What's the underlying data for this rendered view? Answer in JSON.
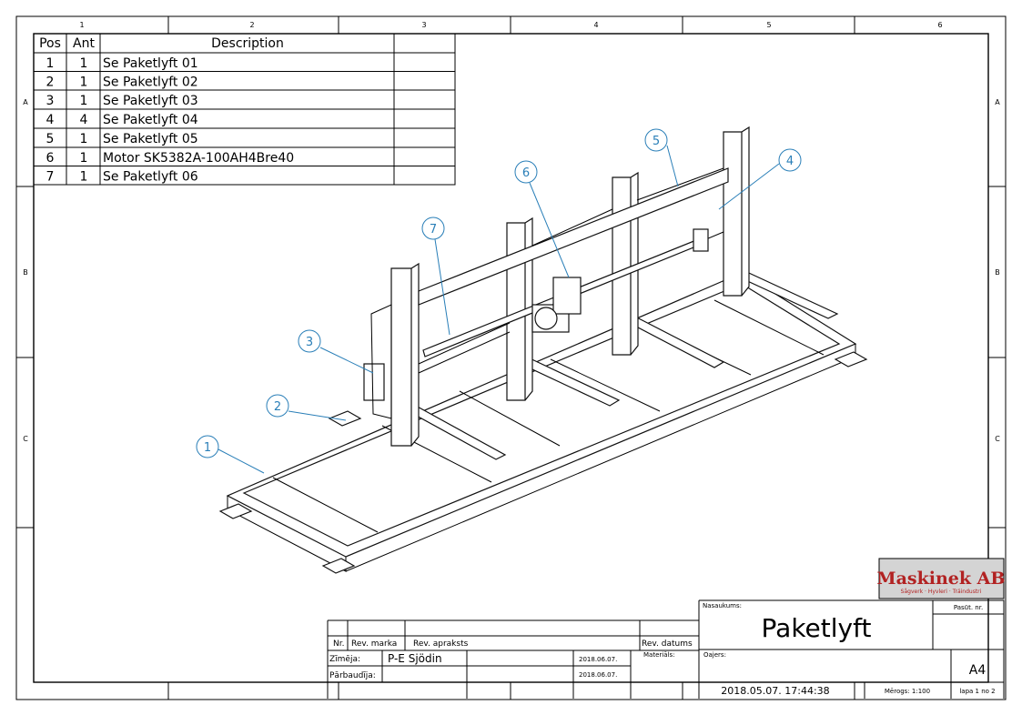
{
  "zones": {
    "columns": [
      "1",
      "2",
      "3",
      "4",
      "5",
      "6"
    ],
    "rows": [
      "A",
      "B",
      "C"
    ]
  },
  "bom": {
    "headers": {
      "pos": "Pos",
      "ant": "Ant",
      "description": "Description"
    },
    "rows": [
      {
        "pos": "1",
        "ant": "1",
        "description": "Se Paketlyft 01"
      },
      {
        "pos": "2",
        "ant": "1",
        "description": "Se Paketlyft 02"
      },
      {
        "pos": "3",
        "ant": "1",
        "description": "Se Paketlyft 03"
      },
      {
        "pos": "4",
        "ant": "4",
        "description": "Se Paketlyft 04"
      },
      {
        "pos": "5",
        "ant": "1",
        "description": "Se  Paketlyft 05"
      },
      {
        "pos": "6",
        "ant": "1",
        "description": "Motor SK5382A-100AH4Bre40"
      },
      {
        "pos": "7",
        "ant": "1",
        "description": "Se  Paketlyft 06"
      }
    ]
  },
  "balloons": [
    "1",
    "2",
    "3",
    "4",
    "5",
    "6",
    "7"
  ],
  "title_block": {
    "logo": {
      "name": "Maskinek AB",
      "tagline": "Sågverk · Hyvleri · Träindustri"
    },
    "nasaukums_label": "Nasaukums:",
    "title": "Paketlyft",
    "pasut_label": "Pasūt. nr.",
    "rev_nr": "Nr.",
    "rev_marka": "Rev. marka",
    "rev_apraksts": "Rev. apraksts",
    "rev_datums": "Rev. datums",
    "zimeja_label": "Zīmēja:",
    "zimeja_value": "P-E Sjödin",
    "zimeja_date": "2018.06.07.",
    "parbaudija_label": "Pārbaudīja:",
    "parbaudija_date": "2018.06.07.",
    "materials_label": "Materiāls:",
    "oajers_label": "Oajers:",
    "size": "A4",
    "datetime": "2018.05.07. 17:44:38",
    "scale": "Mērogs: 1:100",
    "sheet": "lapa 1 no 2"
  },
  "colors": {
    "balloon": "#2a7fb8",
    "logo": "#b22222"
  }
}
